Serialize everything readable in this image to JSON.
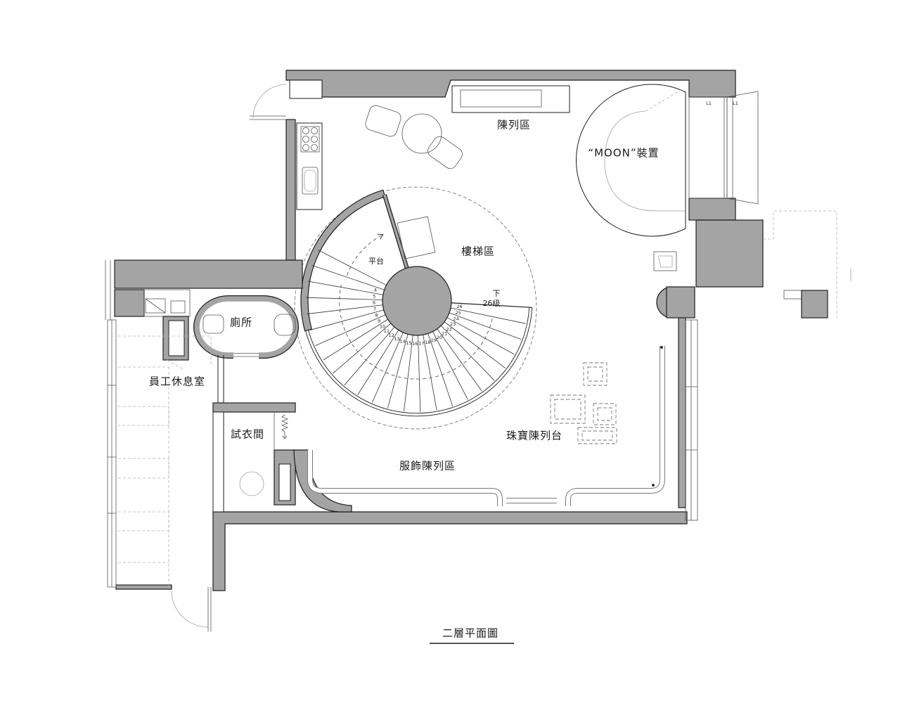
{
  "title": "二層平面圖",
  "rooms": {
    "display_area": "陳列區",
    "moon_installation": "“MOON”裝置",
    "stair_area": "樓梯區",
    "platform": "平台",
    "down": "下",
    "stair_count": "26级",
    "restroom": "廁所",
    "staff_lounge": "員工休息室",
    "fitting_room": "試衣間",
    "jewelry_display": "珠寶陳列台",
    "apparel_display": "服飾陳列區"
  },
  "window_labels": [
    "L1",
    "L1"
  ],
  "stair_steps": [
    "4",
    "5",
    "6",
    "7",
    "8",
    "9",
    "10",
    "11",
    "12",
    "13",
    "14",
    "15",
    "16",
    "17",
    "18",
    "19",
    "20",
    "21",
    "22",
    "23",
    "24",
    "25",
    "26"
  ],
  "colors": {
    "wall": "#a4a4a4",
    "line": "#1e1e1e"
  }
}
